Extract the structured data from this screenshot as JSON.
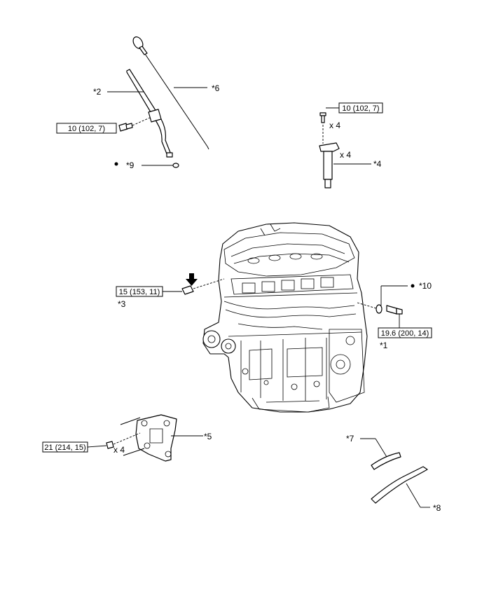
{
  "callouts": {
    "c1": "*1",
    "c2": "*2",
    "c3": "*3",
    "c4": "*4",
    "c5": "*5",
    "c6": "*6",
    "c7": "*7",
    "c8": "*8",
    "c9": "*9",
    "c10": "*10"
  },
  "torque": {
    "dipstick_guide_bolt": "10 (102, 7)",
    "ignition_coil_bolt": "10 (102, 7)",
    "left_sensor": "15 (153, 11)",
    "right_sensor": "19.6 (200, 14)",
    "bracket_bolt": "21 (214, 15)"
  },
  "quantities": {
    "coil_bolt_qty": "x 4",
    "coil_qty": "x 4",
    "bracket_bolt_qty": "x 4"
  }
}
